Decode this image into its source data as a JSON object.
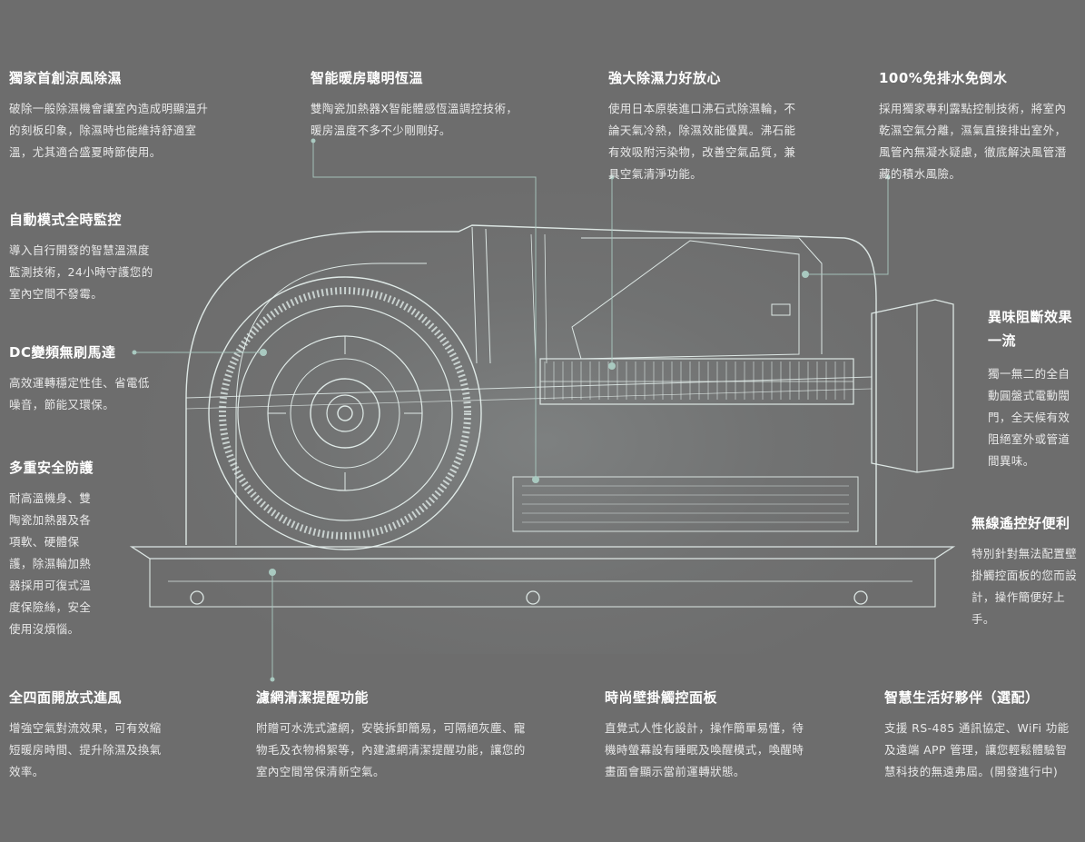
{
  "colors": {
    "background": "#6d6d6d",
    "accent_line": "#a9c9c0",
    "drawing": "#e9f4f1"
  },
  "features": {
    "f1": {
      "title": "獨家首創涼風除濕",
      "desc": "破除一般除濕機會讓室內造成明顯溫升的刻板印象，除濕時也能維持舒適室溫，尤其適合盛夏時節使用。"
    },
    "f2": {
      "title": "智能暖房聰明恆溫",
      "desc": "雙陶瓷加熱器X智能體感恆溫調控技術，暖房溫度不多不少剛剛好。"
    },
    "f3": {
      "title": "強大除濕力好放心",
      "desc": "使用日本原裝進口沸石式除濕輪，不論天氣冷熱，除濕效能優異。沸石能有效吸附污染物，改善空氣品質，兼具空氣清淨功能。"
    },
    "f4": {
      "title": "100%免排水免倒水",
      "desc": "採用獨家專利露點控制技術，將室內乾濕空氣分離，濕氣直接排出室外，風管內無凝水疑慮，徹底解決風管潛藏的積水風險。"
    },
    "f5": {
      "title": "自動模式全時監控",
      "desc": "導入自行開發的智慧溫濕度監測技術，24小時守護您的室內空間不發霉。"
    },
    "f6": {
      "title": "DC變頻無刷馬達",
      "desc": "高效運轉穩定性佳、省電低噪音，節能又環保。"
    },
    "f7": {
      "title": "異味阻斷效果一流",
      "desc": "獨一無二的全自動圓盤式電動閥門，全天候有效阻絕室外或管道間異味。"
    },
    "f8": {
      "title": "多重安全防護",
      "desc": "耐高溫機身、雙陶瓷加熱器及各項軟、硬體保護，除濕輪加熱器採用可復式溫度保險絲，安全使用沒煩惱。"
    },
    "f9": {
      "title": "無線遙控好便利",
      "desc": "特別針對無法配置壁掛觸控面板的您而設計，操作簡便好上手。"
    },
    "f10": {
      "title": "全四面開放式進風",
      "desc": "增強空氣對流效果，可有效縮短暖房時間、提升除濕及換氣效率。"
    },
    "f11": {
      "title": "濾網清潔提醒功能",
      "desc": "附贈可水洗式濾網，安裝拆卸簡易，可隔絕灰塵、寵物毛及衣物棉絮等，內建濾網清潔提醒功能，讓您的室內空間常保清新空氣。"
    },
    "f12": {
      "title": "時尚壁掛觸控面板",
      "desc": "直覺式人性化設計，操作簡單易懂，待機時螢幕設有睡眠及喚醒模式，喚醒時畫面會顯示當前運轉狀態。"
    },
    "f13": {
      "title": "智慧生活好夥伴（選配）",
      "desc": "支援 RS-485 通訊協定、WiFi 功能及遠端 APP 管理，讓您輕鬆體驗智慧科技的無遠弗屆。(開發進行中)"
    }
  }
}
